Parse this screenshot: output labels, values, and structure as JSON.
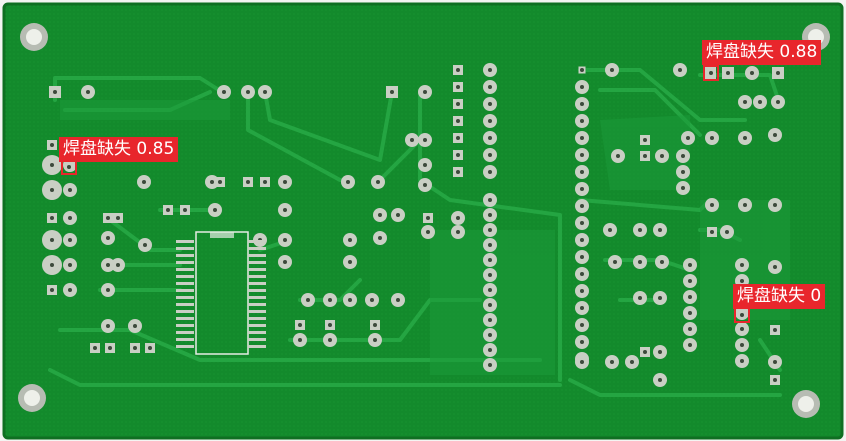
{
  "image": {
    "subject": "green printed circuit board",
    "colors": {
      "board": "#138a2c",
      "board_edge": "#0f6f22",
      "trace": "#24a542",
      "pad": "#c9cfc4",
      "pad_hole": "#3d4a3c",
      "silkscreen": "#e6ece4",
      "detection": "#e8262c",
      "label_text": "#ffffff"
    }
  },
  "detections": [
    {
      "label": "焊盘缺失",
      "score": "0.88"
    },
    {
      "label": "焊盘缺失",
      "score": "0.85"
    },
    {
      "label": "焊盘缺失",
      "score": "0"
    }
  ]
}
